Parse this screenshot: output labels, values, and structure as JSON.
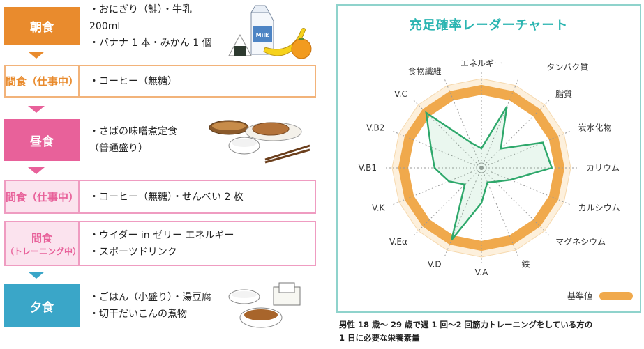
{
  "colors": {
    "orange": "#e98b2d",
    "orange_border": "#f2b37a",
    "pink": "#e8619a",
    "pink_border": "#ef9cc1",
    "pink_fill": "#fbe3ee",
    "teal": "#3aa6c8",
    "radar_green": "#2ea86b",
    "standard_ring": "#f0a94c"
  },
  "meals": [
    {
      "label": [
        "朝食"
      ],
      "style": "solid",
      "color": "orange",
      "items": [
        "・おにぎり（鮭）・牛乳 200ml",
        "・バナナ 1 本・みかん 1 個"
      ]
    },
    {
      "label": [
        "間食（仕事中）"
      ],
      "style": "snack",
      "color": "orange",
      "items": [
        "・コーヒー（無糖）"
      ]
    },
    {
      "label": [
        "昼食"
      ],
      "style": "solid",
      "color": "pink",
      "items": [
        "・さばの味噌煮定食",
        "（普通盛り）"
      ]
    },
    {
      "label": [
        "間食（仕事中）"
      ],
      "style": "snack",
      "color": "pink",
      "items": [
        "・コーヒー（無糖）・せんべい 2 枚"
      ]
    },
    {
      "label": [
        "間食",
        "（トレーニング中）"
      ],
      "style": "snack",
      "color": "pink",
      "items": [
        "・ウイダー in ゼリー エネルギー",
        "・スポーツドリンク"
      ]
    },
    {
      "label": [
        "夕食"
      ],
      "style": "solid",
      "color": "teal",
      "items": [
        "・ごはん（小盛り）・湯豆腐",
        "・切干だいこんの煮物"
      ]
    }
  ],
  "food_icons": [
    "milk-carton-icon",
    "onigiri-icon",
    "banana-icon",
    "mandarin-icon",
    "mackerel-set-meal-icon",
    "chopsticks-icon",
    "tofu-dish-icon",
    "rice-bowl-icon",
    "simmered-dish-icon"
  ],
  "radar": {
    "title": "充足確率レーダーチャート",
    "legend_label": "基準値",
    "axes": [
      "エネルギー",
      "タンパク質",
      "脂質",
      "炭水化物",
      "カリウム",
      "カルシウム",
      "マグネシウム",
      "鉄",
      "V.A",
      "V.D",
      "V.Eα",
      "V.K",
      "V.B1",
      "V.B2",
      "V.C",
      "食物繊維"
    ]
  },
  "chart_data": {
    "type": "radar",
    "title": "充足確率レーダーチャート",
    "axes": [
      "エネルギー",
      "タンパク質",
      "脂質",
      "炭水化物",
      "カリウム",
      "カルシウム",
      "マグネシウム",
      "鉄",
      "V.A",
      "V.D",
      "V.Eα",
      "V.K",
      "V.B1",
      "V.B2",
      "V.C",
      "食物繊維"
    ],
    "series": [
      {
        "values": [
          0.25,
          0.85,
          0.35,
          0.85,
          0.9,
          0.4,
          0.25,
          0.2,
          0.45,
          1.0,
          0.3,
          0.45,
          0.6,
          0.7,
          1.0,
          0.35
        ]
      },
      {
        "name": "基準値",
        "values": [
          1,
          1,
          1,
          1,
          1,
          1,
          1,
          1,
          1,
          1,
          1,
          1,
          1,
          1,
          1,
          1
        ]
      }
    ],
    "rlim": [
      0,
      1
    ]
  },
  "footnote": [
    "男性 18 歳～ 29 歳で週 1 回～2 回筋力トレーニングをしている方の",
    "1 日に必要な栄養素量"
  ]
}
